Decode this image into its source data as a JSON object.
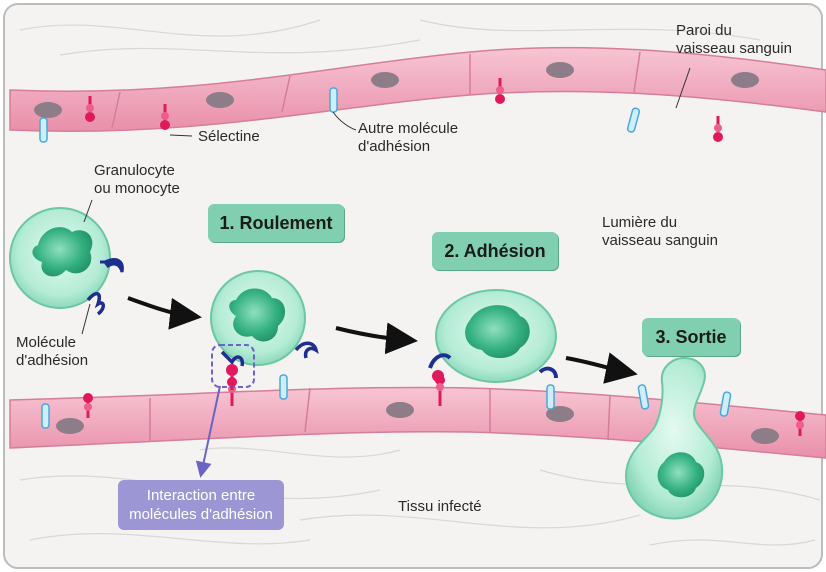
{
  "labels": {
    "paroi": "Paroi du\nvaisseau sanguin",
    "selectine": "Sélectine",
    "autre_molecule": "Autre molécule\nd'adhésion",
    "granulocyte": "Granulocyte\nou monocyte",
    "molecule_adhesion": "Molécule\nd'adhésion",
    "lumiere": "Lumière du\nvaisseau sanguin",
    "tissu": "Tissu infecté"
  },
  "steps": {
    "roulement": "1. Roulement",
    "adhesion": "2. Adhésion",
    "sortie": "3. Sortie"
  },
  "callout": "Interaction entre\nmolécules d'adhésion",
  "colors": {
    "wall": "#f1a7bc",
    "cell": "#9ee3c8",
    "nucleus": "#2fa37a",
    "step_box": "#7fcfb0",
    "callout_box": "#9d96d4",
    "selectin": "#e0195c",
    "adhesion_molecule": "#1f2f8f",
    "other_molecule": "#9fd6f0"
  }
}
